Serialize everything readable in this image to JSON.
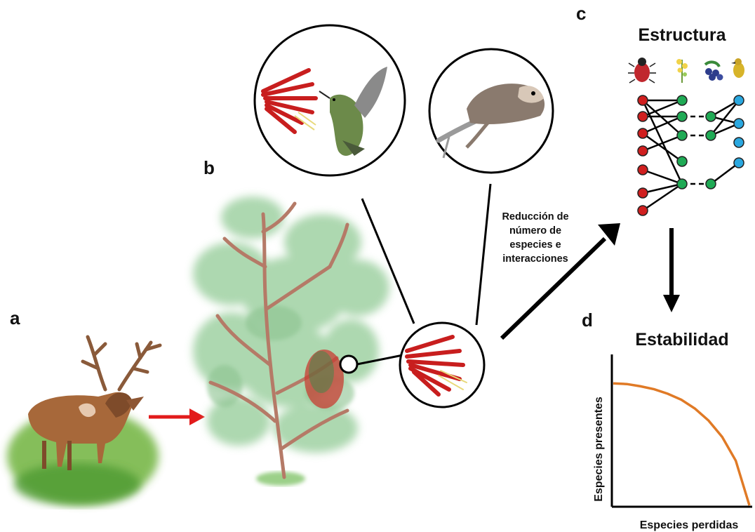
{
  "panels": {
    "a": "a",
    "b": "b",
    "c": "c",
    "d": "d"
  },
  "structure": {
    "title": "Estructura"
  },
  "note": {
    "lines": [
      "Reducción de",
      "número de",
      "especies e",
      "interacciones"
    ]
  },
  "stability": {
    "title": "Estabilidad",
    "ylabel": "Especies presentes",
    "xlabel": "Especies perdidas"
  },
  "chart_data": {
    "type": "line",
    "title": "Estabilidad",
    "xlabel": "Especies perdidas",
    "ylabel": "Especies presentes",
    "x": [
      0,
      0.1,
      0.2,
      0.3,
      0.4,
      0.5,
      0.6,
      0.7,
      0.8,
      0.9,
      1.0
    ],
    "series": [
      {
        "values": [
          0.82,
          0.815,
          0.8,
          0.78,
          0.75,
          0.71,
          0.65,
          0.57,
          0.46,
          0.3,
          0.0
        ],
        "color": "#e07a26"
      }
    ]
  },
  "colors": {
    "flower": "#c81e1e",
    "network_red": "#d01f1f",
    "network_green": "#1faa55",
    "network_blue": "#2aa8e0",
    "arrow_red": "#e21b1b",
    "curve": "#e07a26",
    "foliage": "#a9d6ac",
    "branch": "#b57a67"
  },
  "icons": [
    "deer-illustration",
    "shrub-illustration",
    "hummingbird-illustration",
    "marsupial-illustration",
    "flower-cluster-illustration",
    "beetle-icon",
    "plant-icon",
    "berries-icon",
    "bird-icon"
  ]
}
